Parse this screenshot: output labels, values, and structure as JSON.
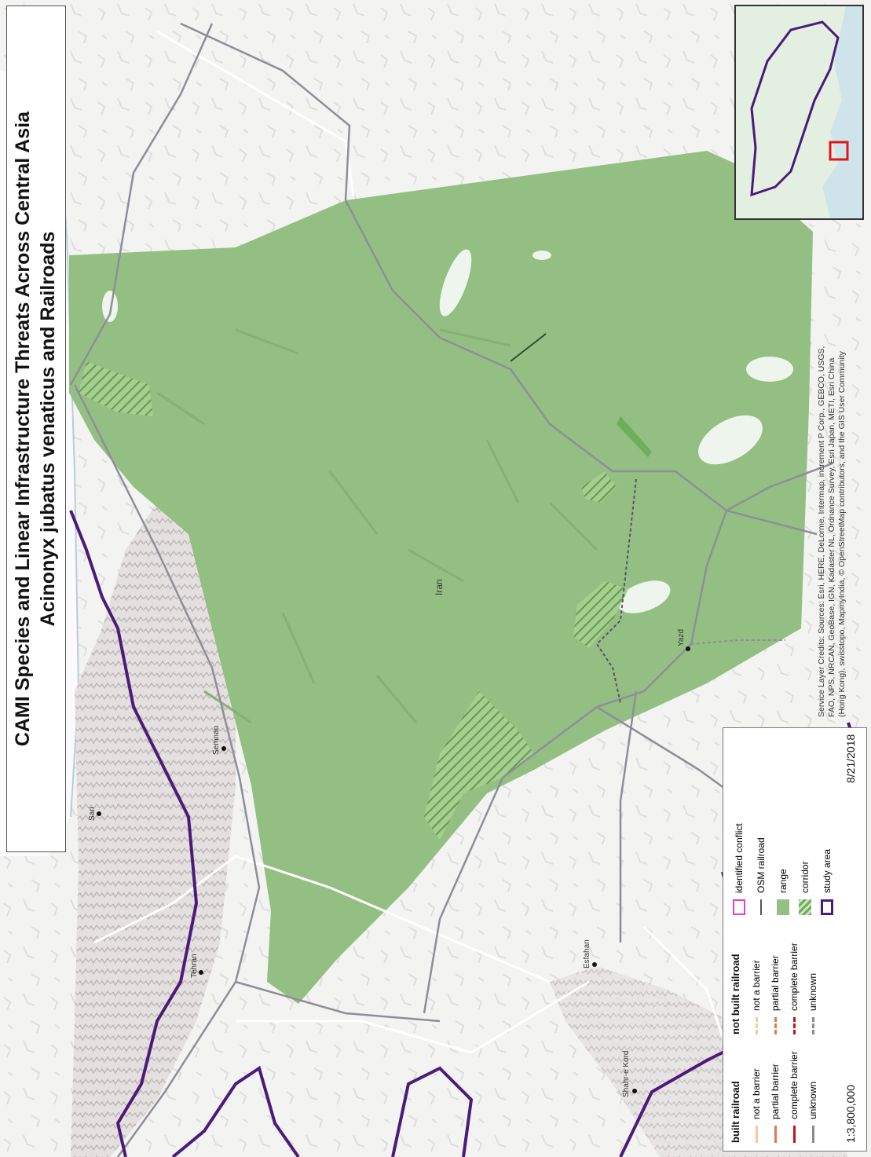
{
  "title": {
    "line1": "CAMI Species and Linear Infrastructure Threats Across Central Asia",
    "line2": "Acinonyx jubatus venaticus and Railroads"
  },
  "cities": [
    {
      "name": "Sari"
    },
    {
      "name": "Semnan"
    },
    {
      "name": "Tehran"
    },
    {
      "name": "Esfahan"
    },
    {
      "name": "Shahr-e Kord"
    },
    {
      "name": "Yazd"
    }
  ],
  "country_label": "Iran",
  "legend": {
    "built": {
      "title": "built railroad",
      "items": [
        {
          "label": "not a barrier",
          "color": "#f6c9a0",
          "style": "solid"
        },
        {
          "label": "partial barrier",
          "color": "#e07a4e",
          "style": "solid"
        },
        {
          "label": "complete barrier",
          "color": "#c0161b",
          "style": "solid"
        },
        {
          "label": "unknown",
          "color": "#8c8c8c",
          "style": "solid"
        }
      ]
    },
    "not_built": {
      "title": "not built railroad",
      "items": [
        {
          "label": "not a barrier",
          "color": "#f6c9a0",
          "style": "dashed"
        },
        {
          "label": "partial barrier",
          "color": "#e07a4e",
          "style": "dashed"
        },
        {
          "label": "complete barrier",
          "color": "#c0161b",
          "style": "dashed"
        },
        {
          "label": "unknown",
          "color": "#8c8c8c",
          "style": "dashed"
        }
      ]
    },
    "symbols": [
      {
        "label": "identified conflict",
        "color": "#e040c8",
        "kind": "box-outline"
      },
      {
        "label": "OSM railroad",
        "color": "#555555",
        "kind": "line"
      },
      {
        "label": "range",
        "color": "#93bf82",
        "kind": "fill"
      },
      {
        "label": "corridor",
        "color": "#7fb86a",
        "kind": "hatch"
      },
      {
        "label": "study area",
        "color": "#4b1a7a",
        "kind": "box-outline"
      }
    ],
    "scale": "1:3,800,000",
    "date": "8/21/2018"
  },
  "credits": {
    "line1": "Service Layer Credits: Sources: Esri, HERE, DeLorme, Intermap, increment P Corp., GEBCO, USGS,",
    "line2": "FAO, NPS, NRCAN, GeoBase, IGN, Kadaster NL, Ordnance Survey, Esri Japan, METI, Esri China",
    "line3": "(Hong Kong), swisstopo, MapmyIndia, © OpenStreetMap contributors, and the GIS User Community"
  },
  "colors": {
    "range": "#93bf82",
    "corridor": "#6fae5a",
    "study_area": "#4b1a7a",
    "rail": "#8e8e99",
    "inset_highlight": "#e0161b"
  }
}
